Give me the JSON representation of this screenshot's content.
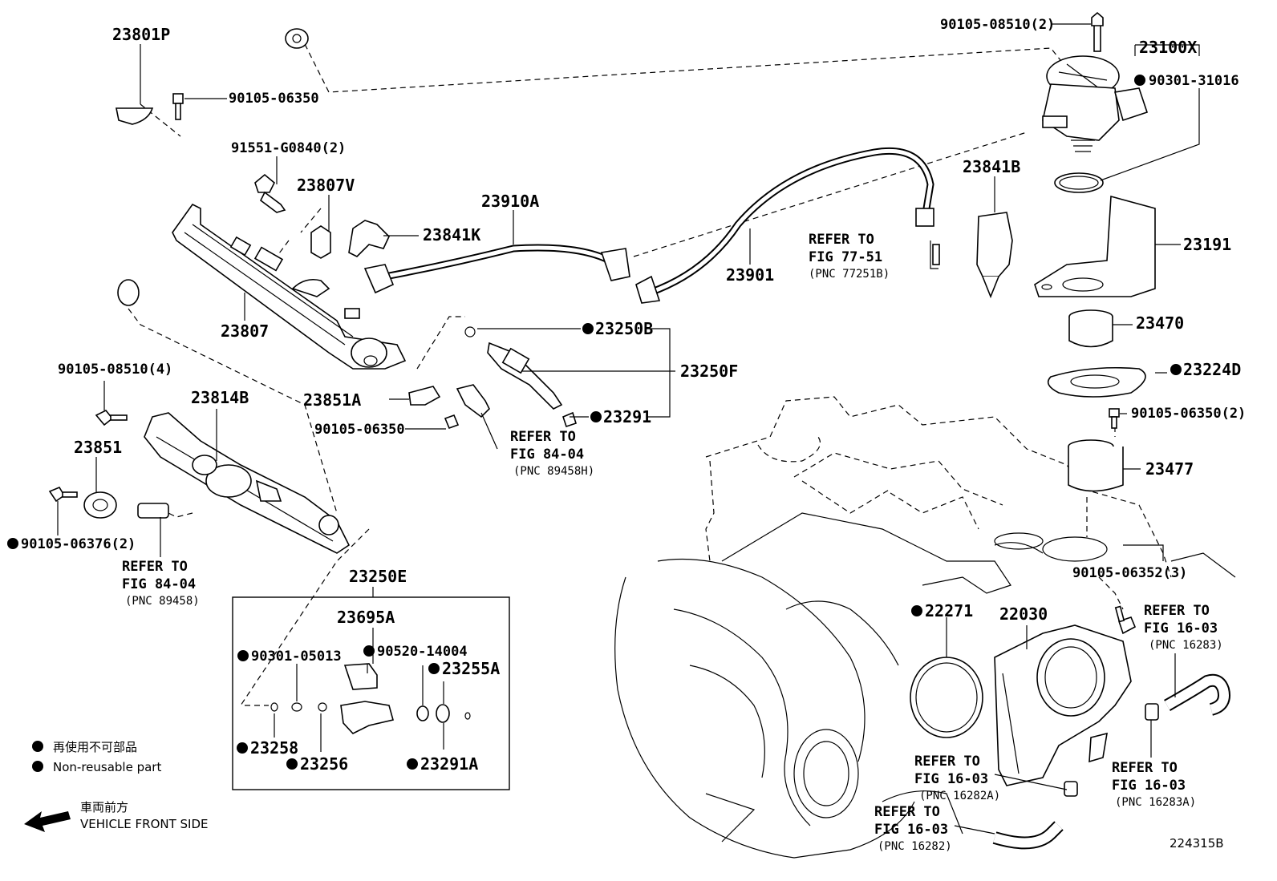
{
  "labels": {
    "p23801P": "23801P",
    "p90105_06350_a": "90105-06350",
    "p91551": "91551-G0840(2)",
    "p23807V": "23807V",
    "p23910A": "23910A",
    "p23841K": "23841K",
    "p23807": "23807",
    "p23901": "23901",
    "p23841B": "23841B",
    "p90105_08510_2": "90105-08510(2)",
    "p23100X": "23100X",
    "p90301_31016": "90301-31016",
    "p23191": "23191",
    "p23470": "23470",
    "p23224D": "23224D",
    "p90105_06350_2": "90105-06350(2)",
    "p23477": "23477",
    "p90105_06352_3": "90105-06352(3)",
    "p23250B": "23250B",
    "p23250F": "23250F",
    "p23291": "23291",
    "p23851A": "23851A",
    "p90105_06350_b": "90105-06350",
    "p90105_08510_4": "90105-08510(4)",
    "p23814B": "23814B",
    "p23851": "23851",
    "p90105_06376_2": "90105-06376(2)",
    "p23250E": "23250E",
    "p23695A": "23695A",
    "p90301_05013": "90301-05013",
    "p90520_14004": "90520-14004",
    "p23255A": "23255A",
    "p23258": "23258",
    "p23256": "23256",
    "p23291A": "23291A",
    "p22271": "22271",
    "p22030": "22030"
  },
  "refs": {
    "r77": {
      "refer": "REFER TO",
      "fig": "FIG 77-51",
      "pnc": "(PNC 77251B)"
    },
    "r84a": {
      "refer": "REFER TO",
      "fig": "FIG 84-04",
      "pnc": "(PNC 89458H)"
    },
    "r84b": {
      "refer": "REFER TO",
      "fig": "FIG 84-04",
      "pnc": "(PNC 89458)"
    },
    "r16a": {
      "refer": "REFER TO",
      "fig": "FIG 16-03",
      "pnc": "(PNC 16283)"
    },
    "r16b": {
      "refer": "REFER TO",
      "fig": "FIG 16-03",
      "pnc": "(PNC 16282A)"
    },
    "r16c": {
      "refer": "REFER TO",
      "fig": "FIG 16-03",
      "pnc": "(PNC 16283A)"
    },
    "r16d": {
      "refer": "REFER TO",
      "fig": "FIG 16-03",
      "pnc": "(PNC 16282)"
    }
  },
  "legend": {
    "jp": "再使用不可部品",
    "en": "Non-reusable part"
  },
  "front": {
    "jp": "車両前方",
    "en": "VEHICLE FRONT SIDE"
  },
  "figure_id": "224315B"
}
